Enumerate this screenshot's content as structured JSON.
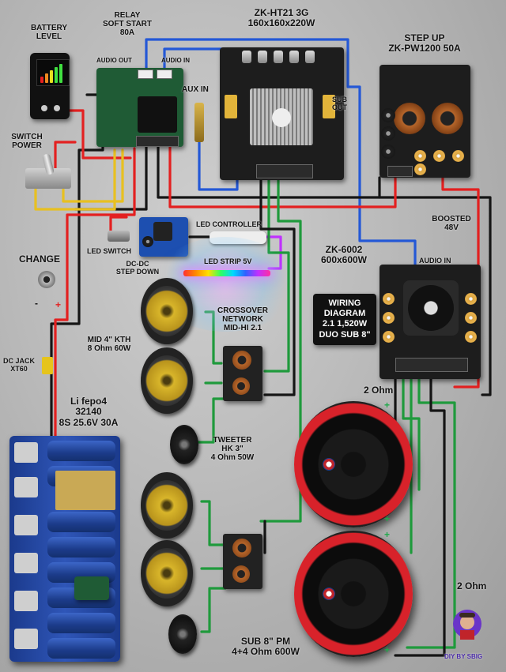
{
  "components": {
    "battery_level": {
      "label": [
        "BATTERY",
        "LEVEL"
      ]
    },
    "relay": {
      "label": [
        "RELAY",
        "SOFT START",
        "80A"
      ],
      "audio_out": "AUDIO OUT",
      "audio_in": "AUDIO IN"
    },
    "amp_main": {
      "label": [
        "ZK-HT21 3G",
        "160x160x220W"
      ],
      "aux_in": "AUX IN",
      "sub_out": [
        "SUB",
        "OUT"
      ]
    },
    "step_up": {
      "label": [
        "STEP UP",
        "ZK-PW1200 50A"
      ],
      "boosted": [
        "BOOSTED",
        "48V"
      ]
    },
    "switch": {
      "label": [
        "SWITCH",
        "POWER"
      ]
    },
    "charge": {
      "label": "CHANGE",
      "dc_jack": [
        "DC JACK",
        "XT60"
      ]
    },
    "led": {
      "switch": "LED SWITCH",
      "controller": "LED CONTROLLER",
      "strip": "LED STRIP 5V",
      "stepdown": [
        "DC-DC",
        "STEP DOWN"
      ]
    },
    "amp_sub": {
      "label": [
        "ZK-6002",
        "600x600W"
      ],
      "audio_in": "AUDIO IN"
    },
    "wiring_title": [
      "WIRING",
      "DIAGRAM",
      "2.1 1,520W",
      "DUO SUB 8\""
    ],
    "crossover": {
      "label": [
        "CROSSOVER",
        "NETWORK",
        "MID-HI 2.1"
      ]
    },
    "mid": {
      "label": [
        "MID 4\" KTH",
        "8 Ohm 60W"
      ]
    },
    "battery": {
      "label": [
        "Li fepo4",
        "32140",
        "8S 25.6V 30A"
      ]
    },
    "tweeter": {
      "label": [
        "TWEETER",
        "HK 3\"",
        "4 Ohm 50W"
      ]
    },
    "sub": {
      "label": [
        "SUB 8\" PM",
        "4+4 Ohm 600W"
      ],
      "ohm_top": "2 Ohm",
      "ohm_bottom": "2 Ohm"
    },
    "brand": "DIY BY SBIG"
  },
  "polarity": {
    "plus": "+",
    "minus": "-"
  },
  "colors": {
    "red_wire": "#e32020",
    "black_wire": "#151515",
    "blue_wire": "#2458d6",
    "green_wire": "#1f9a3c",
    "yellow_wire": "#e8c020",
    "white_wire": "#f2f2f2"
  }
}
